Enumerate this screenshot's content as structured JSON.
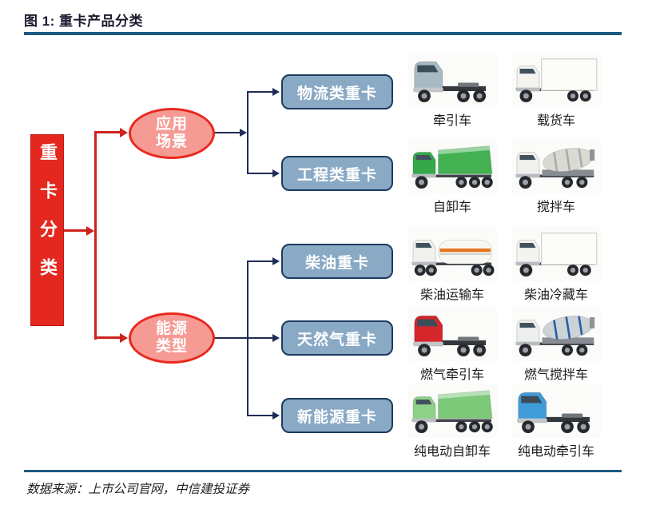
{
  "figure": {
    "title": "图 1: 重卡产品分类",
    "source": "数据来源：上市公司官网，中信建投证券"
  },
  "root": {
    "label": "重卡分类"
  },
  "branches": [
    {
      "label": "应用场景"
    },
    {
      "label": "能源类型"
    }
  ],
  "categories": [
    {
      "label": "物流类重卡"
    },
    {
      "label": "工程类重卡"
    },
    {
      "label": "柴油重卡"
    },
    {
      "label": "天然气重卡"
    },
    {
      "label": "新能源重卡"
    }
  ],
  "trucks": [
    {
      "label": "牵引车",
      "type": "tractor",
      "cab": "#a7bac4",
      "body": "#8ea6b2"
    },
    {
      "label": "载货车",
      "type": "box",
      "cab": "#f3f3f0",
      "body": "#fcfcfa"
    },
    {
      "label": "自卸车",
      "type": "dump",
      "cab": "#35a94a",
      "body": "#43b152"
    },
    {
      "label": "搅拌车",
      "type": "mixer",
      "cab": "#f0f0ec",
      "body": "#dadad3"
    },
    {
      "label": "柴油运输车",
      "type": "tank",
      "cab": "#f1f1ee",
      "body": "#f7f7f4",
      "stripe": "#e4761f"
    },
    {
      "label": "柴油冷藏车",
      "type": "box",
      "cab": "#f3f3f0",
      "body": "#fcfcfa"
    },
    {
      "label": "燃气牵引车",
      "type": "tractor",
      "cab": "#d4262b",
      "body": "#b01e23"
    },
    {
      "label": "燃气搅拌车",
      "type": "mixer",
      "cab": "#eef0f0",
      "body": "#ccd3d6",
      "stripe": "#2d5ba8"
    },
    {
      "label": "纯电动自卸车",
      "type": "dump",
      "cab": "#8ed189",
      "body": "#7cc979"
    },
    {
      "label": "纯电动牵引车",
      "type": "tractor",
      "cab": "#3f9cd8",
      "body": "#2e83bd"
    }
  ],
  "colors": {
    "red": "#e4281f",
    "red_line": "#cf221c",
    "red_border": "#e8291f",
    "pink": "#f59b94",
    "navy": "#1f2c56",
    "steel": "#89a9c5",
    "steel_border": "#1c3a5e",
    "rule": "#1d5a82",
    "title": "#1a1a2e"
  }
}
